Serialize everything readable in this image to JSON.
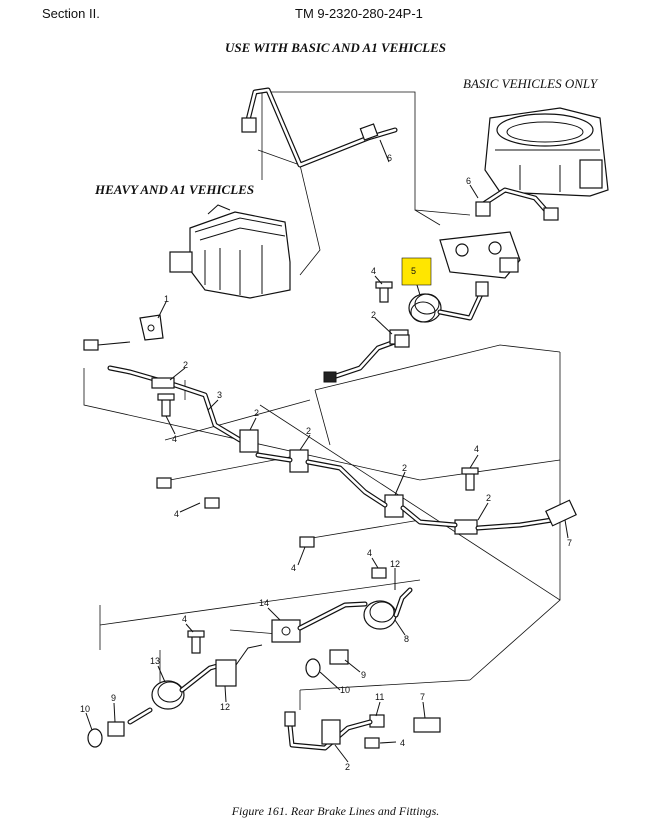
{
  "header": {
    "section": "Section II.",
    "manual": "TM 9-2320-280-24P-1"
  },
  "captions": {
    "use_with": "USE WITH BASIC AND A1 VEHICLES",
    "basic_only": "BASIC VEHICLES ONLY",
    "heavy_a1": "HEAVY AND A1 VEHICLES"
  },
  "figure_caption": "Figure 161.  Rear Brake Lines and Fittings.",
  "highlight_color": "#ffe600",
  "callouts": {
    "c1": "1",
    "c2a": "2",
    "c2b": "2",
    "c2c": "2",
    "c2d": "2",
    "c2e": "2",
    "c2f": "2",
    "c2g": "2",
    "c3": "3",
    "c4a": "4",
    "c4b": "4",
    "c4c": "4",
    "c4d": "4",
    "c4e": "4",
    "c4f": "4",
    "c4g": "4",
    "c4h": "4",
    "c4i": "4",
    "c4j": "4",
    "c5": "5",
    "c6a": "6",
    "c6b": "6",
    "c7a": "7",
    "c7b": "7",
    "c8": "8",
    "c9a": "9",
    "c9b": "9",
    "c10a": "10",
    "c10b": "10",
    "c11": "11",
    "c12a": "12",
    "c12b": "12",
    "c13": "13",
    "c14": "14"
  }
}
